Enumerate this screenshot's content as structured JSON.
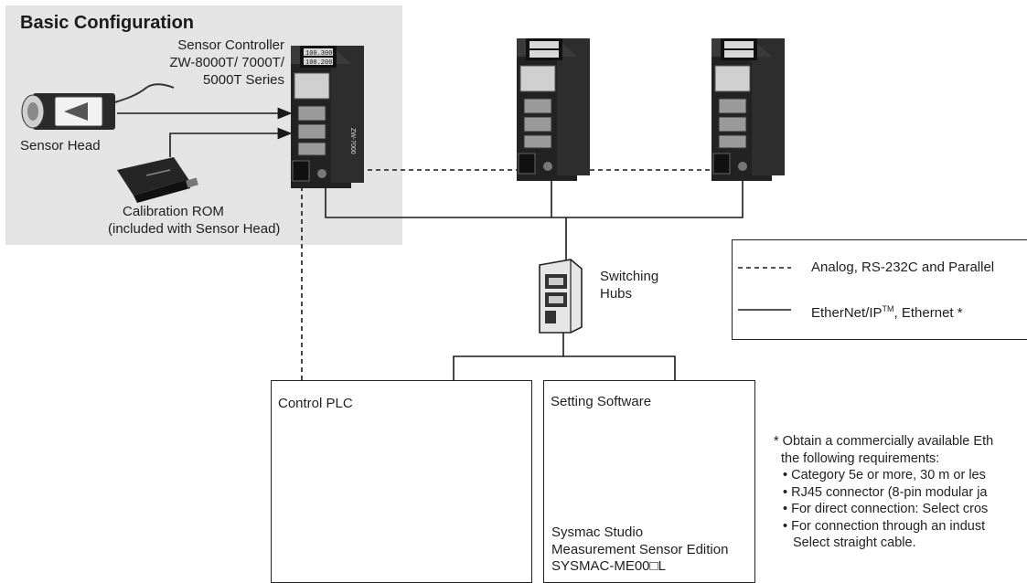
{
  "basic_configuration": {
    "title": "Basic Configuration",
    "controller_label": [
      "Sensor Controller",
      "ZW-8000T/ 7000T/",
      "5000T Series"
    ],
    "sensor_head_label": "Sensor Head",
    "calibration_rom_label": [
      "Calibration ROM",
      "(included with Sensor Head)"
    ]
  },
  "hub": {
    "label": [
      "Switching",
      "Hubs"
    ]
  },
  "legend": {
    "dashed_label": "Analog, RS-232C and Parallel",
    "solid_label_main": "EtherNet/IP",
    "solid_label_sup": "TM",
    "solid_label_rest": ", Ethernet *"
  },
  "plc_box": {
    "title": "Control PLC"
  },
  "software_box": {
    "title": "Setting Software",
    "caption": [
      "Sysmac Studio",
      "Measurement Sensor Edition",
      "SYSMAC-ME00□L"
    ]
  },
  "footnote": {
    "lines": [
      "* Obtain a commercially available Eth",
      "the following requirements:",
      "• Category 5e or more, 30 m or les",
      "• RJ45 connector (8-pin modular ja",
      "• For direct connection: Select cros",
      "• For connection through an indust",
      "Select straight cable."
    ]
  },
  "controller_display": {
    "line1": "100.300",
    "line2": "100.200",
    "model": "ZW-7000"
  },
  "colors": {
    "panel": "#e4e4e4",
    "device_dark": "#1e1e1e",
    "line": "#1a1a1a"
  },
  "icons": [
    "sensor-head-icon",
    "calibration-rom-icon",
    "sensor-controller-icon",
    "switching-hub-icon",
    "plc-icon",
    "laptop-icon"
  ]
}
